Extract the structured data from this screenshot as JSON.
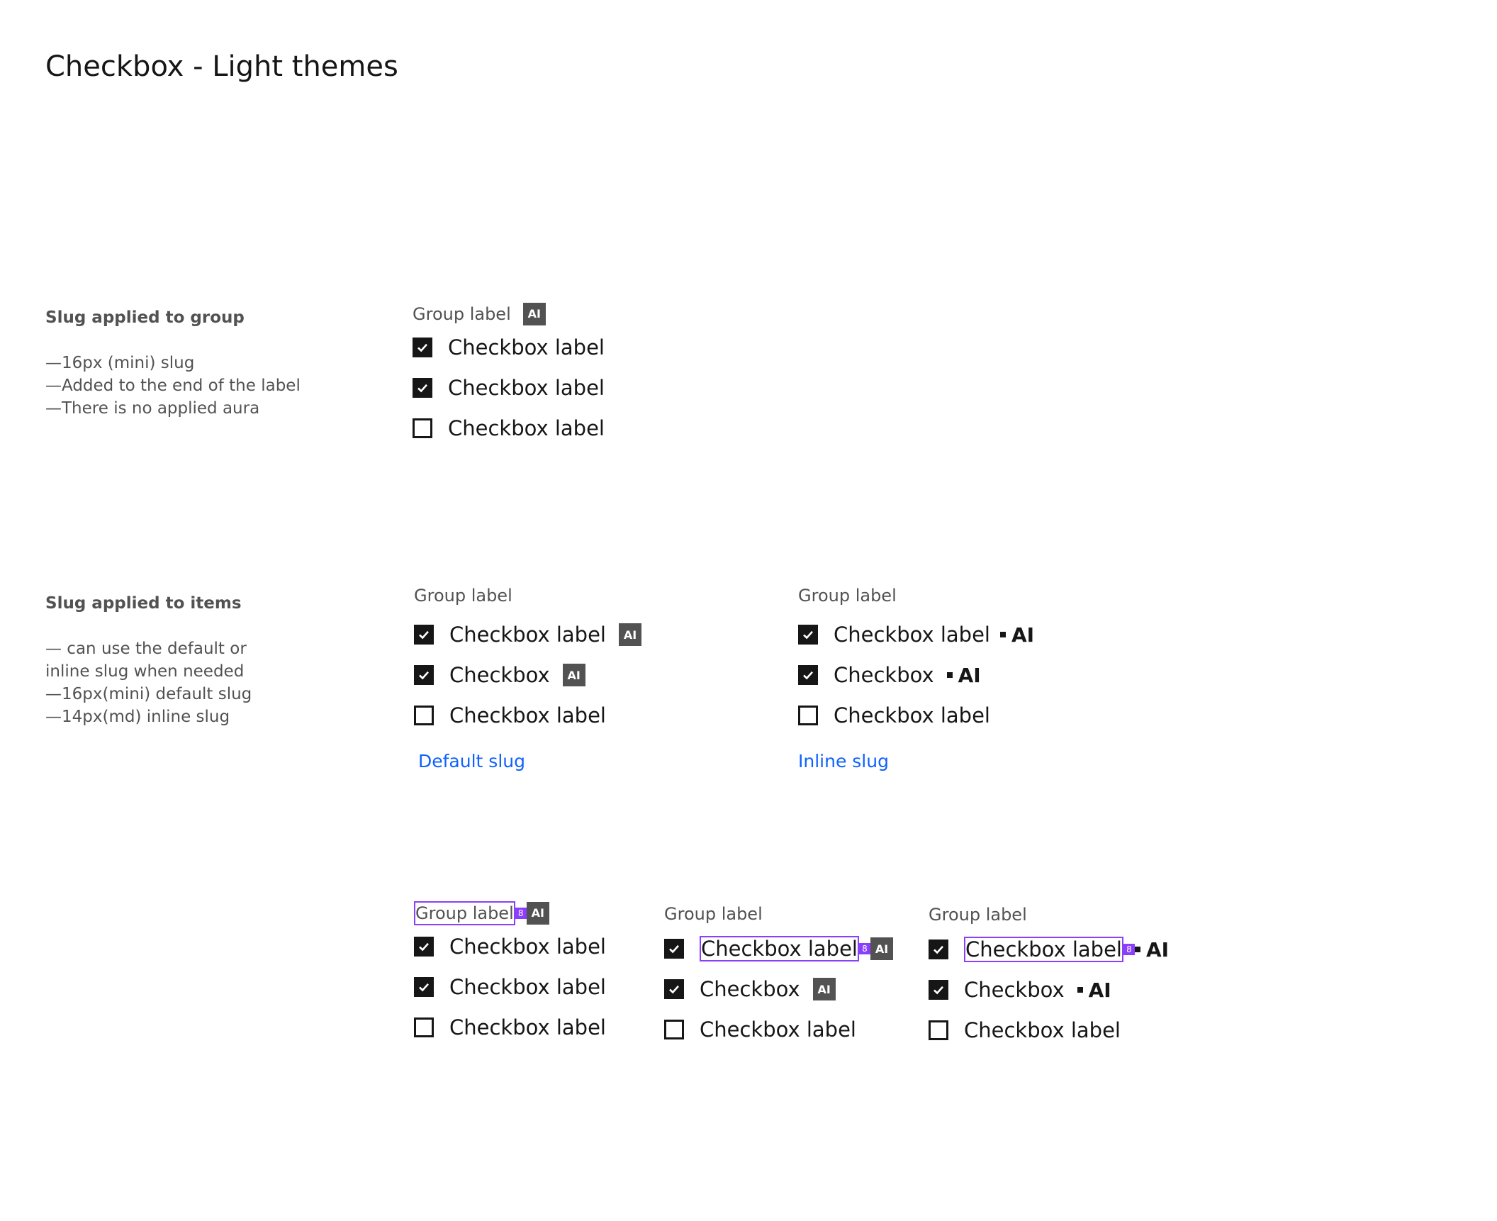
{
  "page": {
    "title": "Checkbox - Light themes"
  },
  "section_group": {
    "heading": "Slug applied to group",
    "notes": [
      "—16px (mini) slug",
      "—Added to the end of the label",
      "—There is no applied aura"
    ],
    "group_label": "Group label",
    "slug_text": "AI",
    "items": [
      "Checkbox label",
      "Checkbox label",
      "Checkbox label"
    ],
    "checked": [
      true,
      true,
      false
    ]
  },
  "section_items": {
    "heading": "Slug applied to items",
    "notes": [
      "— can use the default or",
      "inline slug when needed",
      "—16px(mini) default slug",
      "—14px(md) inline slug"
    ],
    "default": {
      "group_label": "Group label",
      "items": [
        "Checkbox label",
        "Checkbox",
        "Checkbox label"
      ],
      "slug_text": "AI",
      "link": "Default slug"
    },
    "inline": {
      "group_label": "Group label",
      "items": [
        "Checkbox label",
        "Checkbox",
        "Checkbox label"
      ],
      "slug_text": "AI",
      "link": "Inline slug"
    }
  },
  "section_spacing": {
    "spacing_value": "8",
    "slug_text": "AI",
    "example_a": {
      "group_label": "Group label",
      "items": [
        "Checkbox label",
        "Checkbox label",
        "Checkbox label"
      ]
    },
    "example_b": {
      "group_label": "Group label",
      "items": [
        "Checkbox label",
        "Checkbox",
        "Checkbox label"
      ]
    },
    "example_c": {
      "group_label": "Group label",
      "items": [
        "Checkbox label",
        "Checkbox",
        "Checkbox label"
      ]
    }
  },
  "colors": {
    "text": "#161616",
    "secondary": "#525252",
    "link": "#0f62fe",
    "redline": "#8a3ffc",
    "slug_bg": "#525252"
  }
}
